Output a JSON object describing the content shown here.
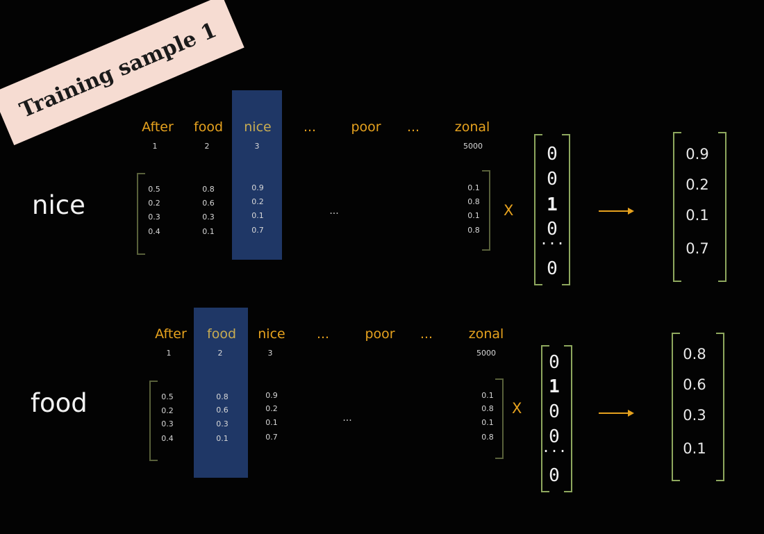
{
  "title": "Training sample 1",
  "vocab_words": [
    "After",
    "food",
    "nice",
    "...",
    "poor",
    "...",
    "zonal"
  ],
  "vocab_indices": [
    "1",
    "2",
    "3",
    "5000"
  ],
  "ellipsis": "...",
  "multiply_sign": "X",
  "col_after": [
    "0.5",
    "0.2",
    "0.3",
    "0.4"
  ],
  "col_food": [
    "0.8",
    "0.6",
    "0.3",
    "0.1"
  ],
  "col_nice": [
    "0.9",
    "0.2",
    "0.1",
    "0.7"
  ],
  "col_zonal": [
    "0.1",
    "0.8",
    "0.1",
    "0.8"
  ],
  "sample_nice": {
    "label": "nice",
    "highlighted_word": "nice",
    "one_hot": [
      "0",
      "0",
      "1",
      "0",
      "...",
      "0"
    ],
    "result": [
      "0.9",
      "0.2",
      "0.1",
      "0.7"
    ]
  },
  "sample_food": {
    "label": "food",
    "highlighted_word": "food",
    "one_hot": [
      "0",
      "1",
      "0",
      "0",
      "...",
      "0"
    ],
    "result": [
      "0.8",
      "0.6",
      "0.3",
      "0.1"
    ]
  },
  "colors": {
    "background": "#030303",
    "accent_orange": "#e6a21e",
    "highlight_blue": "#1f3766",
    "bracket_green": "#8ea85e",
    "banner_pink": "#f6dcd2"
  }
}
